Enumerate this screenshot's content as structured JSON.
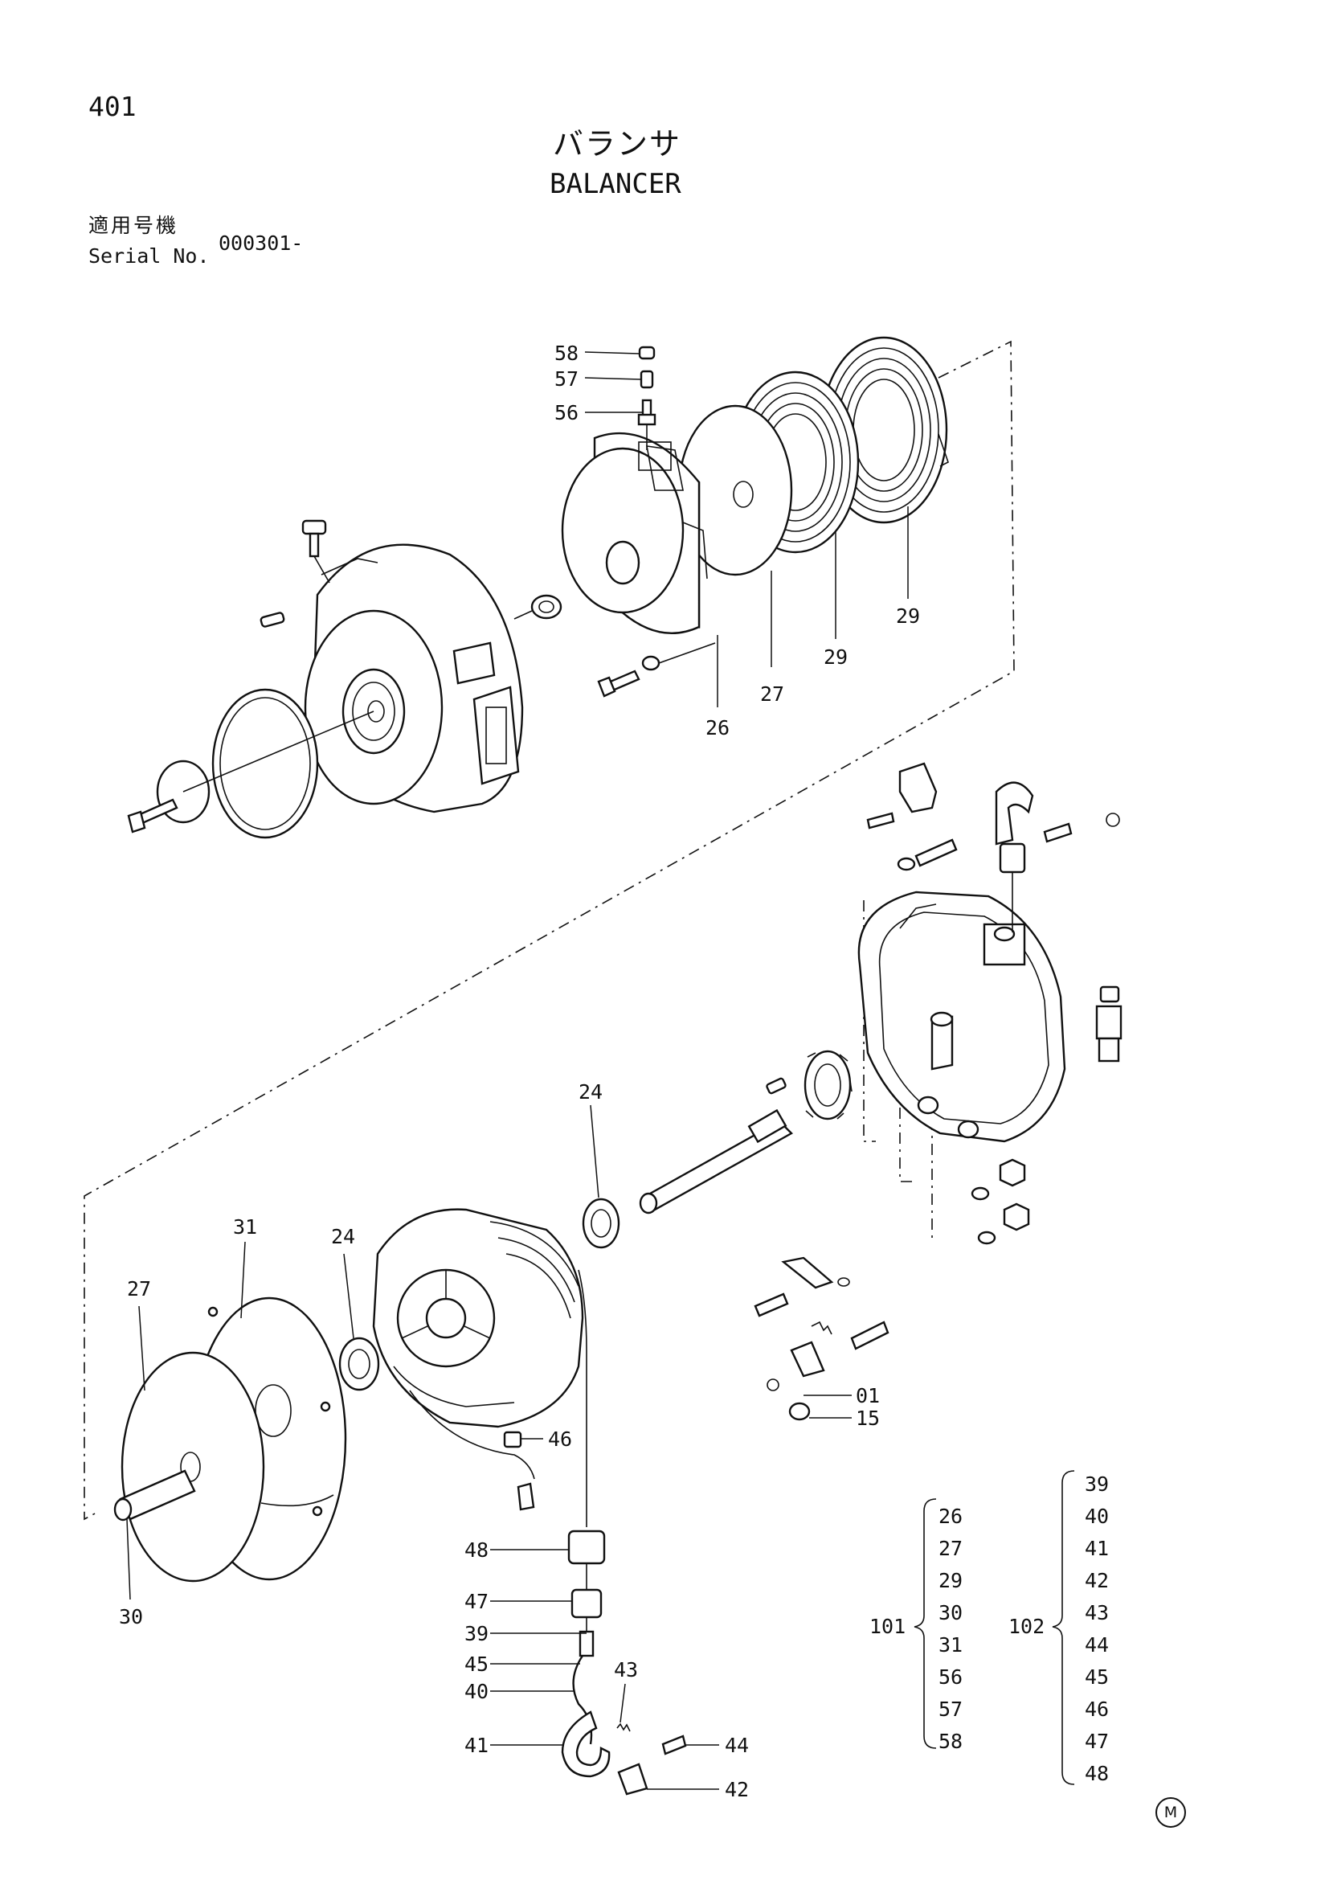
{
  "header": {
    "page_number": "401",
    "title_jp": "バランサ",
    "title_en": "BALANCER",
    "serial_label_jp": "適用号機",
    "serial_label_en": "Serial No.",
    "serial_value": "000301-"
  },
  "callouts": {
    "c58": "58",
    "c57": "57",
    "c56": "56",
    "c29a": "29",
    "c29b": "29",
    "c27top": "27",
    "c26": "26",
    "c24a": "24",
    "c24b": "24",
    "c31": "31",
    "c27bot": "27",
    "c30": "30",
    "c46": "46",
    "c48": "48",
    "c47": "47",
    "c39": "39",
    "c45": "45",
    "c40": "40",
    "c41": "41",
    "c43": "43",
    "c44": "44",
    "c42": "42",
    "c01": "01",
    "c15": "15"
  },
  "assemblies": {
    "a101": {
      "label": "101",
      "items": [
        "26",
        "27",
        "29",
        "30",
        "31",
        "56",
        "57",
        "58"
      ]
    },
    "a102": {
      "label": "102",
      "items": [
        "39",
        "40",
        "41",
        "42",
        "43",
        "44",
        "45",
        "46",
        "47",
        "48"
      ]
    }
  },
  "footer_mark": "M"
}
